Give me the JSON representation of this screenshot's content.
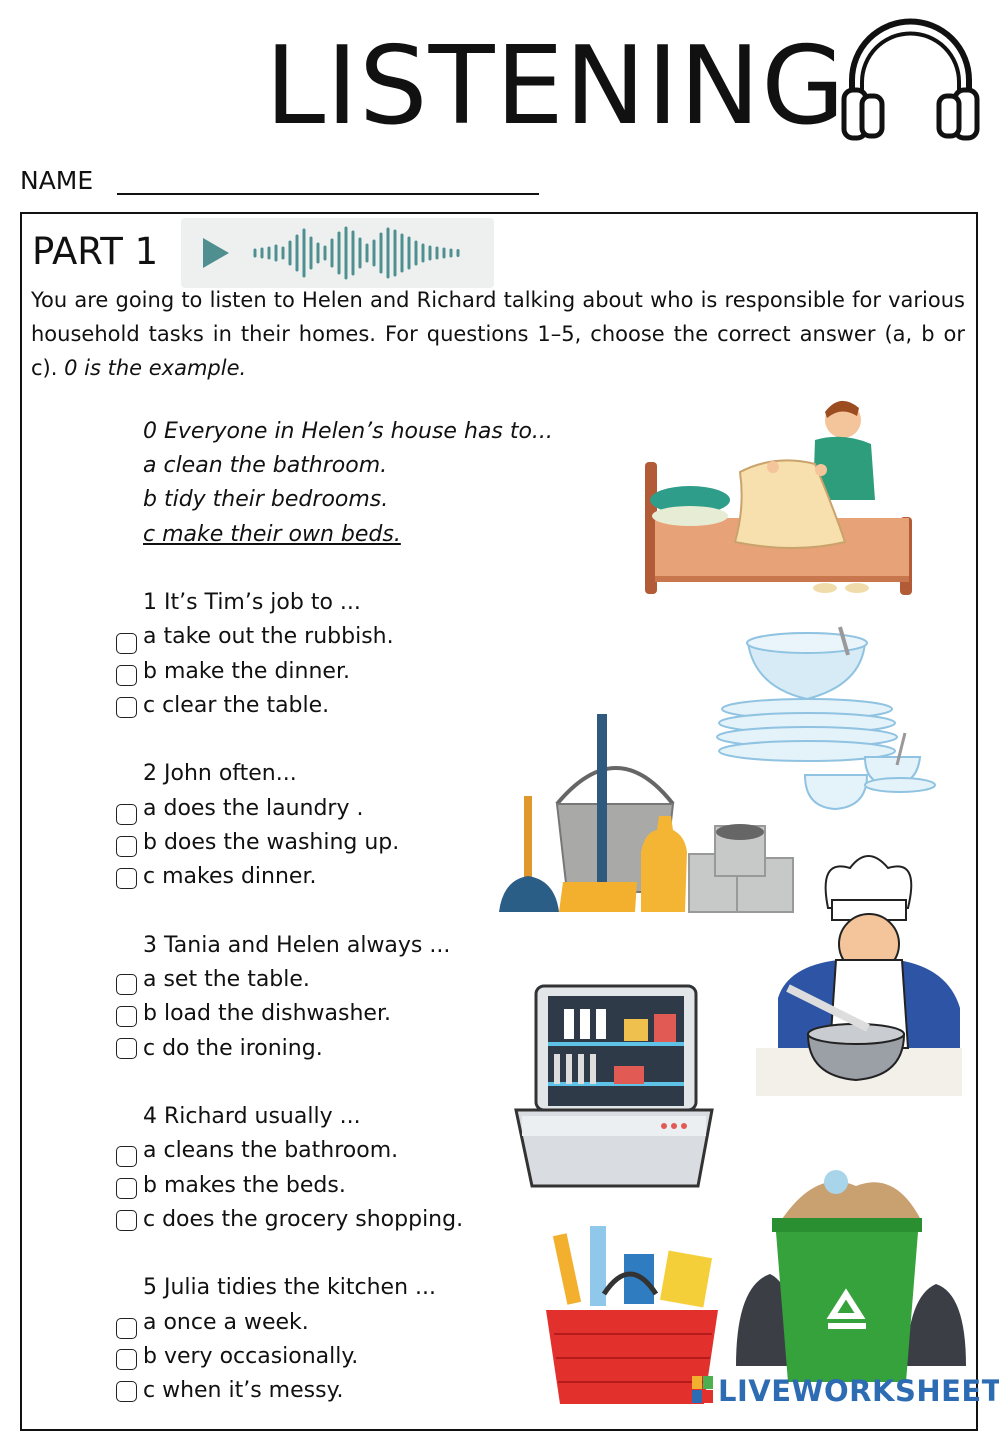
{
  "header": {
    "title": "LISTENING",
    "name_label": "NAME"
  },
  "part": {
    "title": "PART 1",
    "intro_plain": "You are going to listen to Helen and Richard talking about who is responsible for various household tasks in their homes. For questions 1–5, choose the correct answer (a, b or c).",
    "intro_italic": "0 is the example."
  },
  "example": {
    "question": "0 Everyone in Helen’s house has to...",
    "a": "a clean the bathroom.",
    "b": "b tidy their bedrooms.",
    "c": "c make their own beds."
  },
  "questions": [
    {
      "q": "1 It’s Tim’s job to ...",
      "a": "a take out the rubbish.",
      "b": "b make the dinner.",
      "c": "c clear the table."
    },
    {
      "q": "2 John often...",
      "a": "a does the laundry .",
      "b": "b does the washing up.",
      "c": "c makes dinner."
    },
    {
      "q": "3 Tania and Helen always ...",
      "a": "a set the table.",
      "b": "b load the dishwasher.",
      "c": "c do the ironing."
    },
    {
      "q": "4 Richard usually ...",
      "a": "a cleans the bathroom.",
      "b": "b makes the beds.",
      "c": "c does the grocery shopping."
    },
    {
      "q": "5 Julia tidies the kitchen ...",
      "a": "a once a week.",
      "b": "b very occasionally.",
      "c": "c when it’s messy."
    }
  ],
  "watermark": "LIVEWORKSHEETS",
  "colors": {
    "audio_accent": "#4f8f8f",
    "watermark": "#2d6cb3"
  }
}
